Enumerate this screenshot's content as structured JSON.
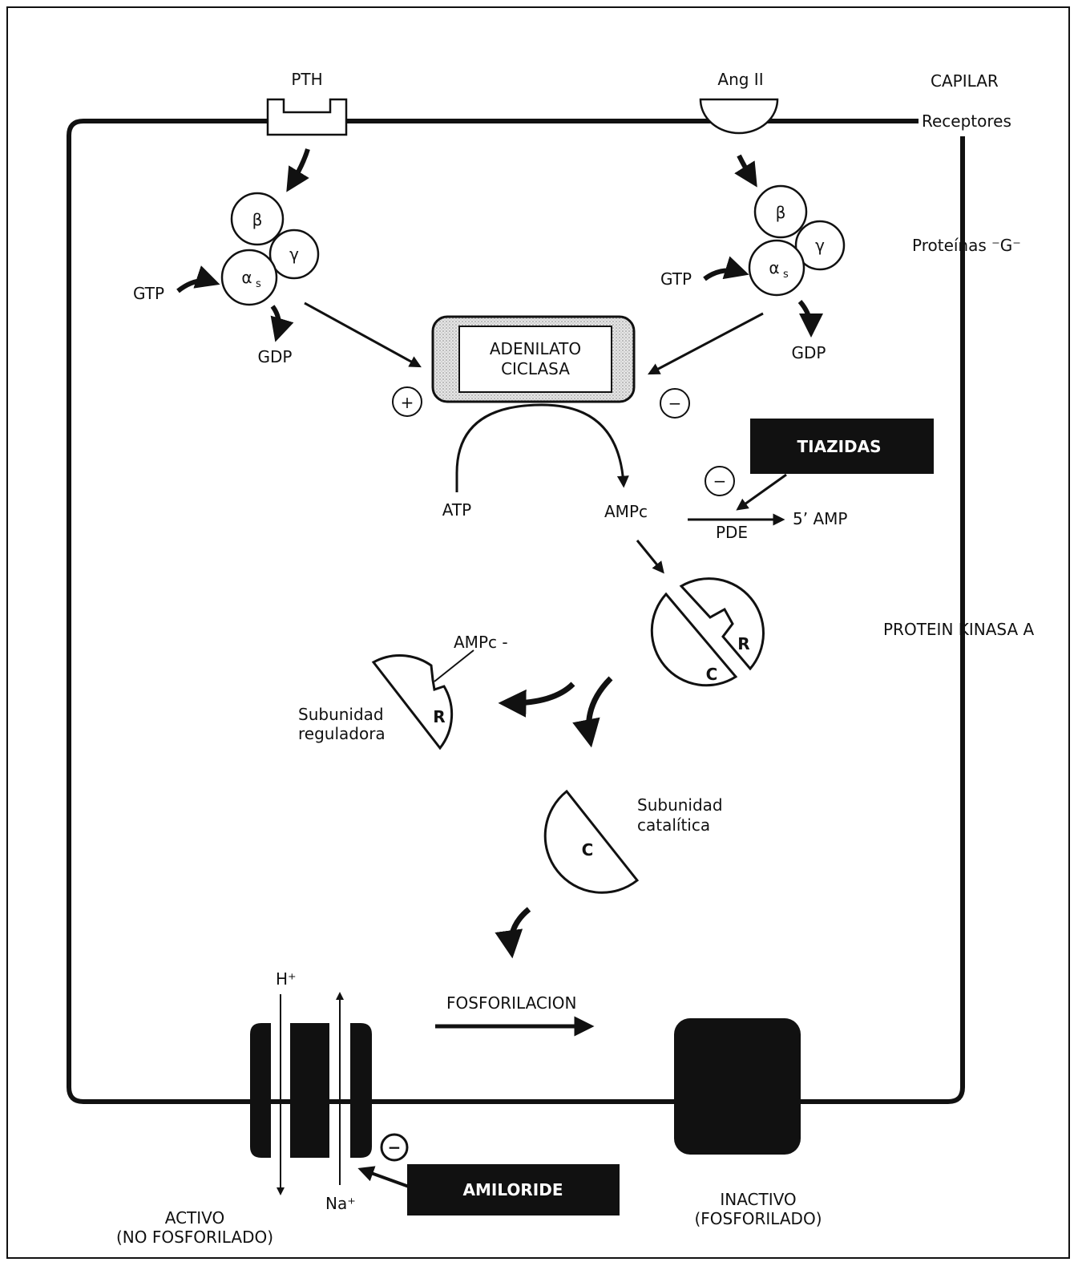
{
  "labels": {
    "pth": "PTH",
    "ang": "Ang II",
    "capilar": "CAPILAR",
    "receptores": "Receptores",
    "proteinas": "Proteínas ⁻G⁻",
    "beta": "β",
    "gamma": "γ",
    "alpha": "α",
    "alpha_sub": "s",
    "gtp": "GTP",
    "gdp": "GDP",
    "adenilato": "ADENILATO",
    "ciclasa": "CICLASA",
    "plus": "+",
    "minus": "−",
    "tiazidas": "TIAZIDAS",
    "atp": "ATP",
    "ampc": "AMPc",
    "pde": "PDE",
    "amp5": "5’ AMP",
    "protein_kinasa": "PROTEIN KINASA A",
    "r": "R",
    "c": "C",
    "ampc_bound": "AMPc -",
    "sub_reg_1": "Subunidad",
    "sub_reg_2": "reguladora",
    "sub_cat_1": "Subunidad",
    "sub_cat_2": "catalítica",
    "h_plus": "H⁺",
    "na_plus": "Na⁺",
    "fosforilacion": "FOSFORILACION",
    "amiloride": "AMILORIDE",
    "activo_1": "ACTIVO",
    "activo_2": "(NO FOSFORILADO)",
    "inactivo_1": "INACTIVO",
    "inactivo_2": "(FOSFORILADO)"
  }
}
